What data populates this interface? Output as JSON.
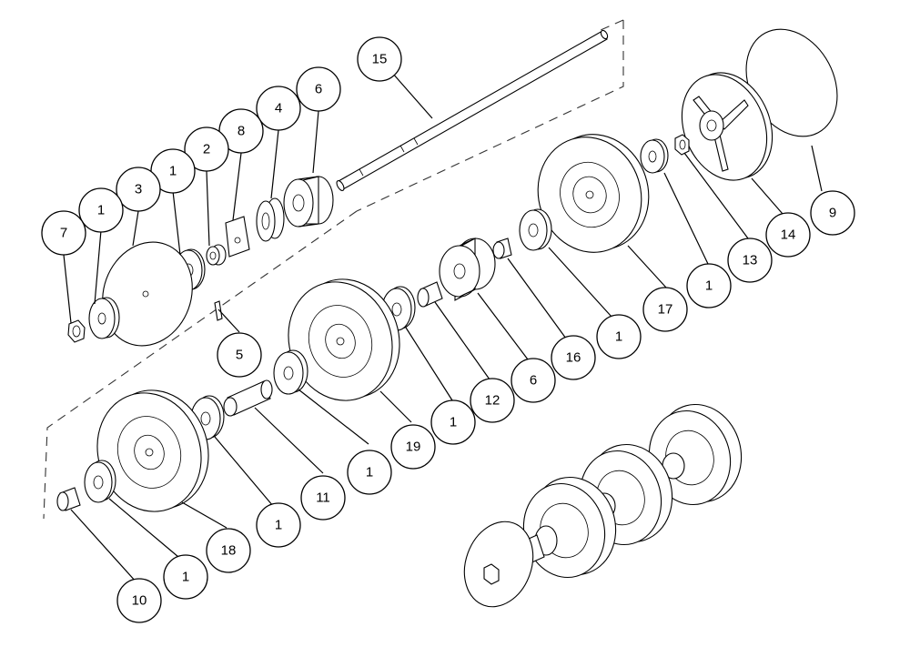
{
  "diagram": {
    "type": "exploded-assembly",
    "callouts": [
      {
        "label": "15"
      },
      {
        "label": "6"
      },
      {
        "label": "4"
      },
      {
        "label": "8"
      },
      {
        "label": "2"
      },
      {
        "label": "1"
      },
      {
        "label": "3"
      },
      {
        "label": "1"
      },
      {
        "label": "7"
      },
      {
        "label": "5"
      },
      {
        "label": "9"
      },
      {
        "label": "14"
      },
      {
        "label": "13"
      },
      {
        "label": "1"
      },
      {
        "label": "17"
      },
      {
        "label": "1"
      },
      {
        "label": "16"
      },
      {
        "label": "6"
      },
      {
        "label": "12"
      },
      {
        "label": "1"
      },
      {
        "label": "19"
      },
      {
        "label": "1"
      },
      {
        "label": "11"
      },
      {
        "label": "1"
      },
      {
        "label": "18"
      },
      {
        "label": "1"
      },
      {
        "label": "10"
      }
    ]
  }
}
